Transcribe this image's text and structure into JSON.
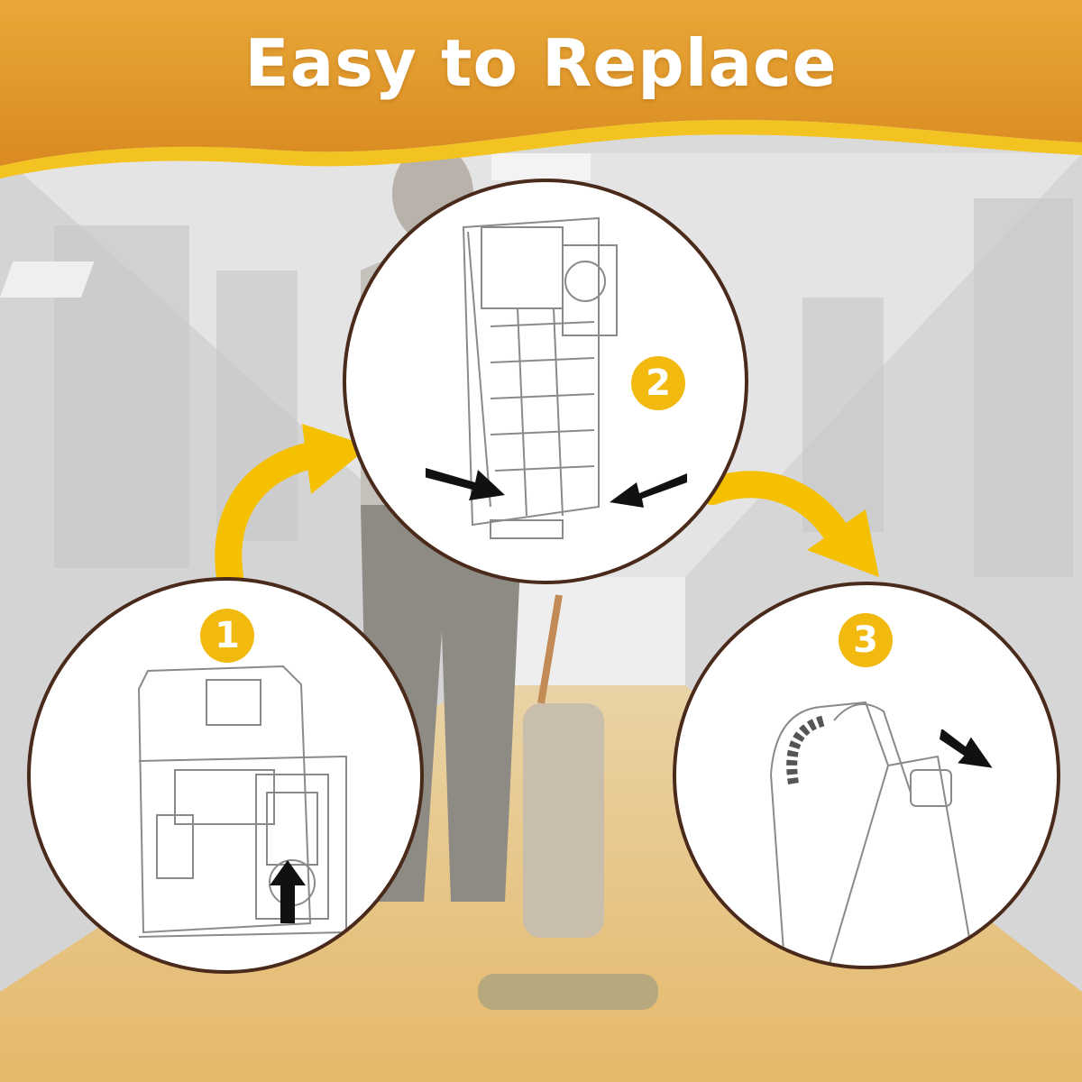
{
  "header": {
    "title": "Easy to Replace",
    "band_color": "#e6a02a",
    "wave_color": "#f3c321"
  },
  "steps": [
    {
      "number": "1",
      "description_icon": "arrow-up-icon"
    },
    {
      "number": "2",
      "description_icon": "arrows-inward-icon"
    },
    {
      "number": "3",
      "description_icon": "arrow-diagonal-icon"
    }
  ],
  "colors": {
    "badge": "#f2b90f",
    "circle_border": "#4a2a1a",
    "flow_arrow": "#f5c000"
  }
}
